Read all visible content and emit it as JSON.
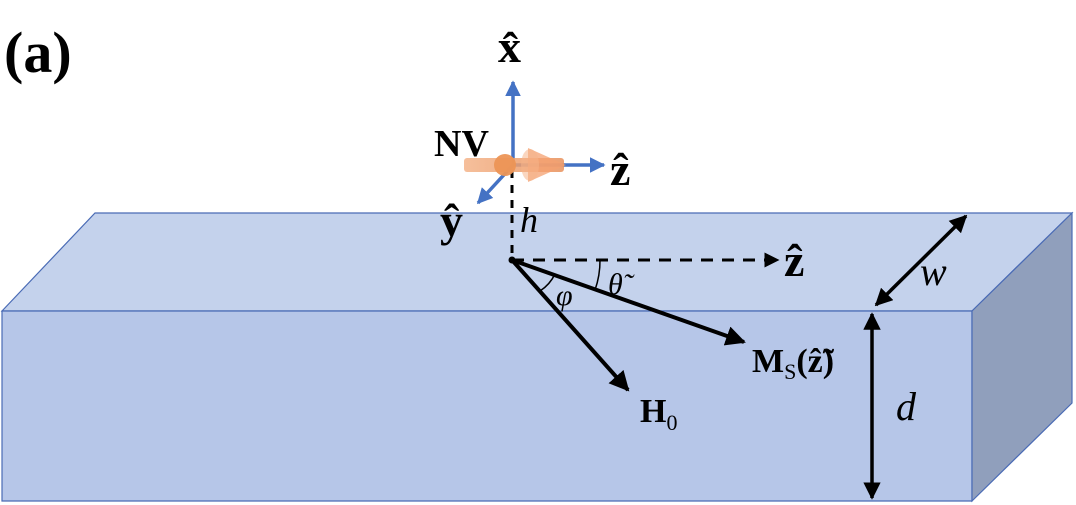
{
  "panel_label": "(a)",
  "nv_label": "NV",
  "axes": {
    "x_label": "x̂",
    "y_label": "ŷ",
    "z_label": "ẑ",
    "z_ref_label": "ẑ"
  },
  "h_label": "h",
  "w_label": "w",
  "d_label": "d",
  "phi_label": "φ",
  "theta_label": "θ̃",
  "h0": {
    "main": "H",
    "sub": "0"
  },
  "ms": {
    "main": "M",
    "sub": "S",
    "arg": "(ẑ̃)"
  },
  "colors": {
    "slab_top": "#c4d2ec",
    "slab_front": "#b6c6e8",
    "slab_side": "#909fbc",
    "slab_edge": "#4a6bb5",
    "axis_blue": "#4472c4",
    "nv_orange": "#f0a070",
    "arrow_black": "#000000"
  },
  "icons": [
    "nv-spin-icon"
  ]
}
